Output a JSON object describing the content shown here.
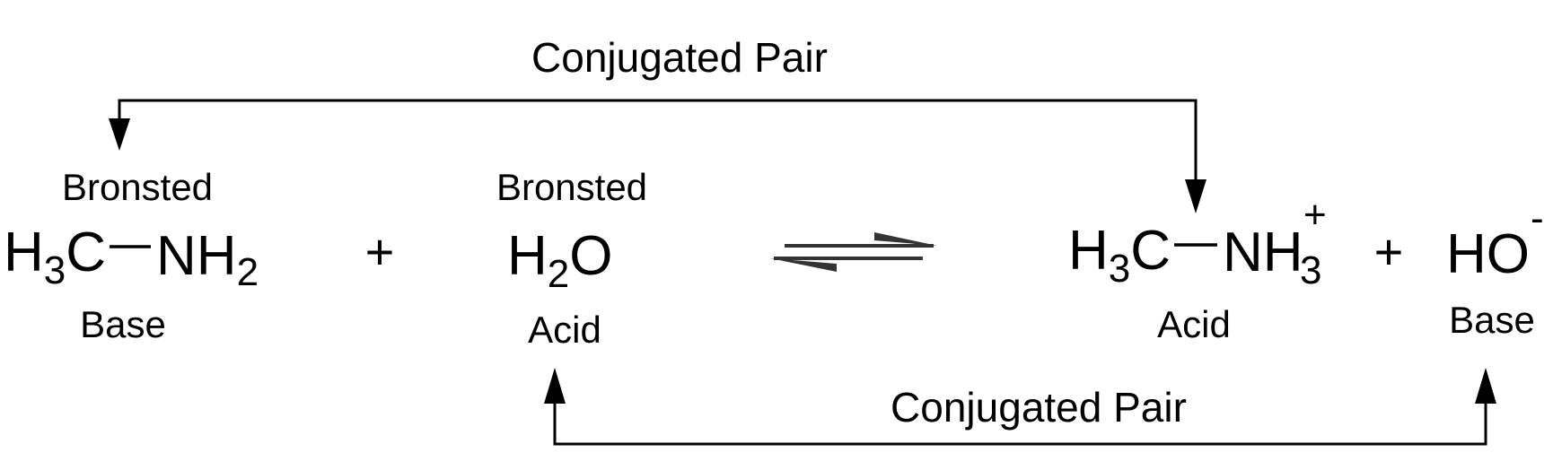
{
  "colors": {
    "text": "#000000",
    "base": "#1a1ad0",
    "acid": "#c0141b",
    "arrow": "#000000",
    "equilibrium_arrow": "#333333"
  },
  "top_pair": {
    "label": "Conjugated Pair"
  },
  "bottom_pair": {
    "label": "Conjugated Pair"
  },
  "reactant_base": {
    "descriptor": "Bronsted",
    "formula_left": {
      "main": "H",
      "sub": "3",
      "tail": "C"
    },
    "formula_right": {
      "main": "NH",
      "sub": "2"
    },
    "role": "Base"
  },
  "reactant_acid": {
    "descriptor": "Bronsted",
    "formula": {
      "main": "H",
      "sub": "2",
      "tail": "O"
    },
    "role": "Acid"
  },
  "product_acid": {
    "formula_left": {
      "main": "H",
      "sub": "3",
      "tail": "C"
    },
    "formula_right": {
      "main": "NH",
      "sub": "3",
      "charge": "+"
    },
    "role": "Acid"
  },
  "product_base": {
    "formula": {
      "main": "HO",
      "charge": "-"
    },
    "role": "Base"
  },
  "operators": {
    "plus_left": "+",
    "plus_right": "+"
  }
}
